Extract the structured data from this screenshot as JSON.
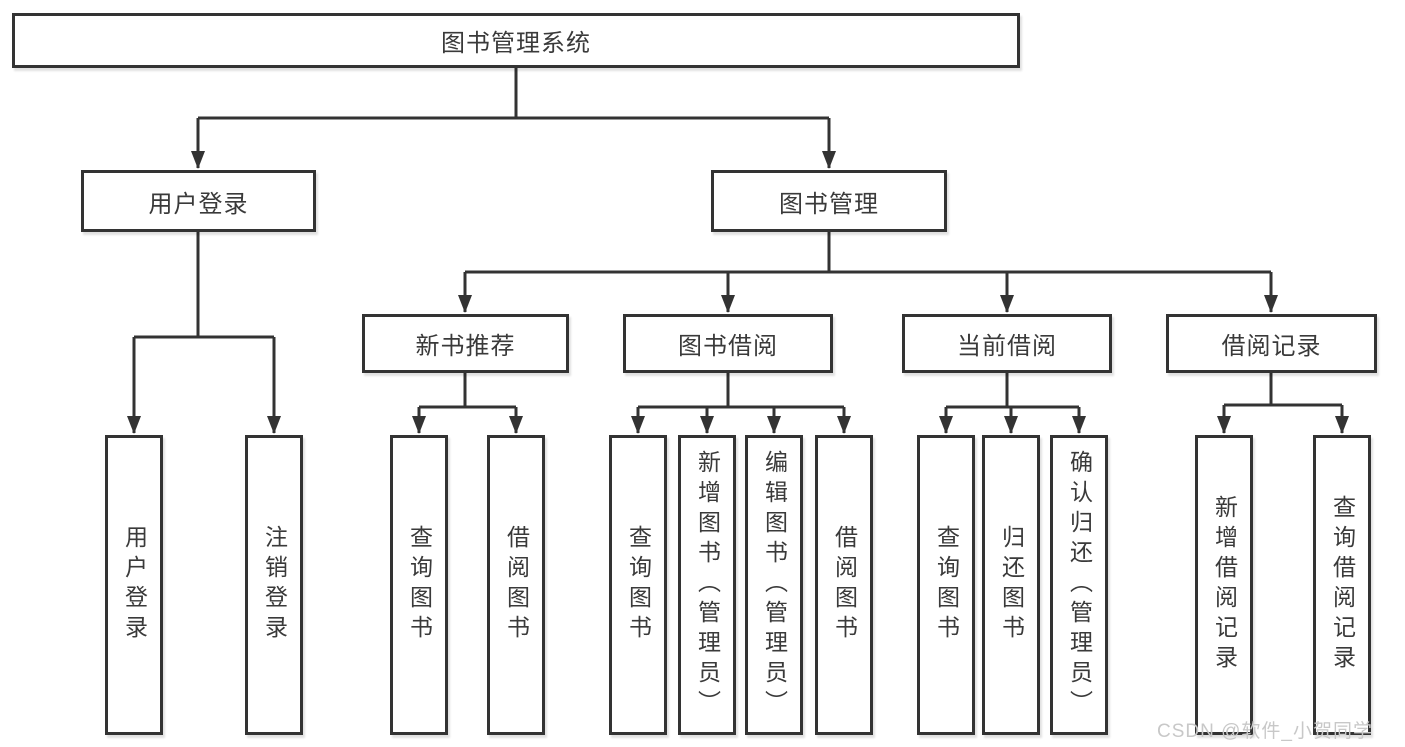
{
  "diagram": {
    "root": "图书管理系统",
    "login_branch": {
      "label": "用户登录",
      "children": [
        "用户登录",
        "注销登录"
      ]
    },
    "mgmt_branch": {
      "label": "图书管理",
      "sections": [
        {
          "label": "新书推荐",
          "children": [
            "查询图书",
            "借阅图书"
          ]
        },
        {
          "label": "图书借阅",
          "children": [
            "查询图书",
            "新增图书（管理员）",
            "编辑图书（管理员）",
            "借阅图书"
          ]
        },
        {
          "label": "当前借阅",
          "children": [
            "查询图书",
            "归还图书",
            "确认归还（管理员）"
          ]
        },
        {
          "label": "借阅记录",
          "children": [
            "新增借阅记录",
            "查询借阅记录"
          ]
        }
      ]
    }
  },
  "watermark": {
    "text": "CSDN @软件_小贺同学",
    "color": "#c8c8c8"
  },
  "colors": {
    "line": "#333333",
    "text": "#3a3a3a",
    "background": "#ffffff"
  }
}
